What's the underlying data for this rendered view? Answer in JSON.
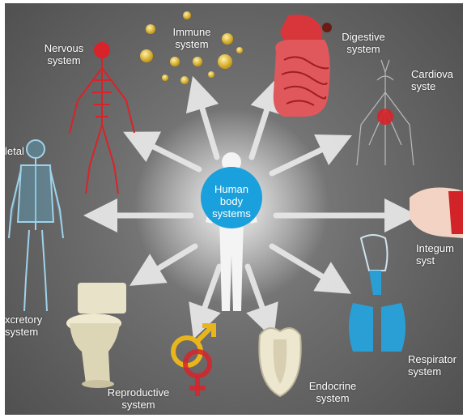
{
  "center": {
    "text": "Human\nbody\nsystems"
  },
  "labels": {
    "nervous": "Nervous\nsystem",
    "immune": "Immune\nsystem",
    "digestive": "Digestive\nsystem",
    "cardiovascular": "Cardiova\nsyste",
    "skeletal": "letal",
    "integumentary": "Integum\nsyst",
    "excretory": "xcretory\nsystem",
    "respiratory": "Respirator\nsystem",
    "reproductive": "Reproductive\nsystem",
    "endocrine": "Endocrine\nsystem"
  },
  "icons": {
    "nervous": "nervous-system-figure",
    "immune": "immune-cells",
    "digestive": "digestive-tract",
    "cardiovascular": "heart-vessels",
    "skeletal": "skeleton-figure",
    "integumentary": "hand-skin",
    "excretory": "toilet",
    "respiratory": "lungs-head",
    "reproductive": "gender-symbols",
    "endocrine": "gland-cells"
  },
  "colors": {
    "background": "#6f6f6f",
    "center_circle": "#1aa0dc",
    "arrows": "#e6e6e6",
    "nervous": "#d8232a",
    "immune": "#e8b51c",
    "digestive": "#d9363b",
    "respiratory": "#2a9fd6",
    "skeletal": "#62b8d8"
  }
}
